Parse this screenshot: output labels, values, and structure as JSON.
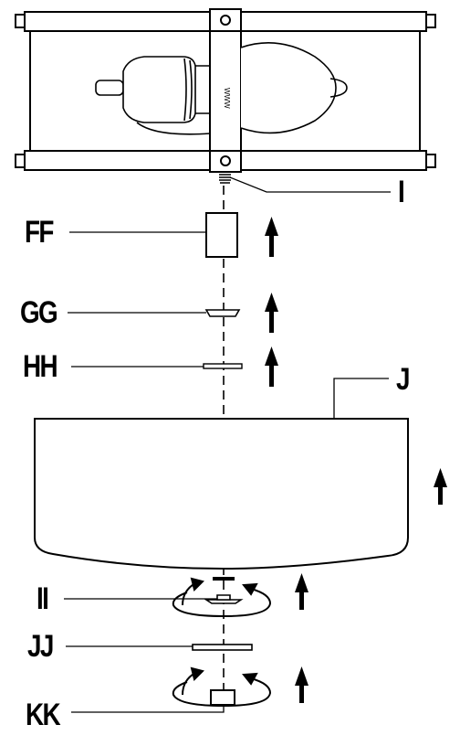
{
  "labels": {
    "i": "I",
    "ff": "FF",
    "gg": "GG",
    "hh": "HH",
    "j": "J",
    "ii": "II",
    "jj": "JJ",
    "kk": "KK"
  },
  "colors": {
    "stroke": "#000000",
    "background": "#ffffff"
  },
  "icons": {
    "arrow": "up-arrow-icon",
    "rotate": "rotate-clockwise-icon"
  }
}
